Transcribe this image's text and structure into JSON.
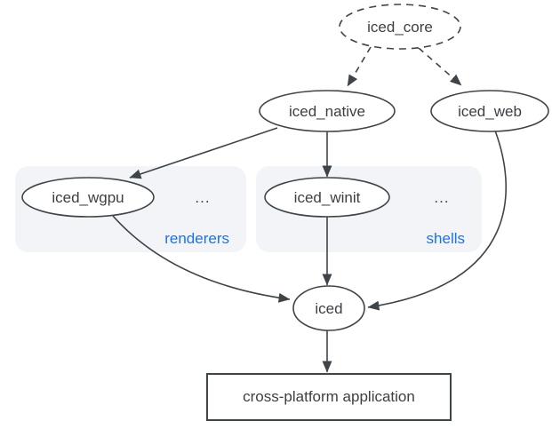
{
  "nodes": {
    "iced_core": {
      "label": "iced_core",
      "shape": "ellipse",
      "border": "dashed"
    },
    "iced_native": {
      "label": "iced_native",
      "shape": "ellipse",
      "border": "solid"
    },
    "iced_web": {
      "label": "iced_web",
      "shape": "ellipse",
      "border": "solid"
    },
    "iced_wgpu": {
      "label": "iced_wgpu",
      "shape": "ellipse",
      "border": "solid",
      "group": "renderers"
    },
    "iced_winit": {
      "label": "iced_winit",
      "shape": "ellipse",
      "border": "solid",
      "group": "shells"
    },
    "iced": {
      "label": "iced",
      "shape": "ellipse",
      "border": "solid"
    },
    "application": {
      "label": "cross-platform application",
      "shape": "rectangle",
      "border": "solid"
    }
  },
  "groups": {
    "renderers": {
      "label": "renderers",
      "ellipsis": "..."
    },
    "shells": {
      "label": "shells",
      "ellipsis": "..."
    }
  },
  "edges": [
    {
      "from": "iced_core",
      "to": "iced_native",
      "style": "dashed"
    },
    {
      "from": "iced_core",
      "to": "iced_web",
      "style": "dashed"
    },
    {
      "from": "iced_native",
      "to": "iced_wgpu",
      "style": "solid"
    },
    {
      "from": "iced_native",
      "to": "iced_winit",
      "style": "solid"
    },
    {
      "from": "iced_wgpu",
      "to": "iced",
      "style": "solid"
    },
    {
      "from": "iced_winit",
      "to": "iced",
      "style": "solid"
    },
    {
      "from": "iced_web",
      "to": "iced",
      "style": "solid"
    },
    {
      "from": "iced",
      "to": "application",
      "style": "solid"
    }
  ],
  "colors": {
    "background": "#ffffff",
    "node_fill": "#ffffff",
    "stroke": "#3f4449",
    "text": "#3c4045",
    "group_fill": "#f2f4f8",
    "group_label": "#1a73e8"
  }
}
